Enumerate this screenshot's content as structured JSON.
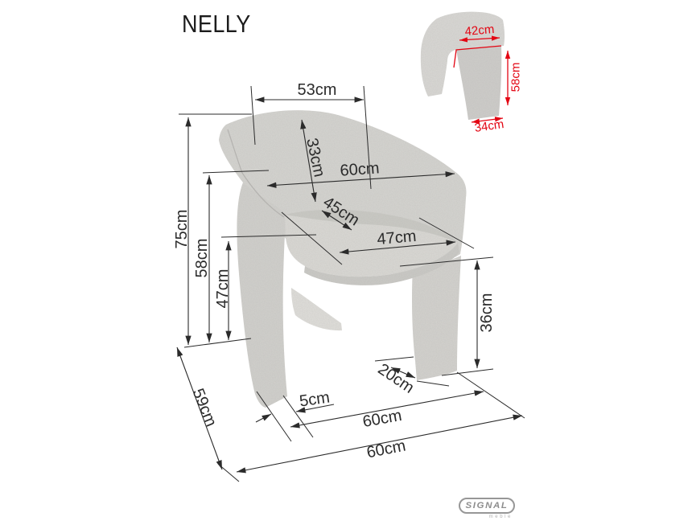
{
  "title": "NELLY",
  "brand": {
    "logo": "SIGNAL",
    "tagline": "meble"
  },
  "colors": {
    "dimension_line": "#2b2b2b",
    "accent_red": "#e30613",
    "chair_base": "#d6d5d1",
    "logo_gray": "#8d8d8d"
  },
  "main_view": {
    "view": "front-three-quarter",
    "dimensions": {
      "back_top_width": "53cm",
      "backrest_height": "33cm",
      "back_width": "60cm",
      "seat_depth": "45cm",
      "seat_width": "47cm",
      "total_height": "75cm",
      "arm_height": "58cm",
      "seat_height": "47cm",
      "leg_height": "36cm",
      "leg_foot_depth": "20cm",
      "leg_foot_width": "5cm",
      "front_width": "60cm",
      "side_depth": "59cm",
      "overall_width": "60cm"
    }
  },
  "inset_view": {
    "view": "back",
    "dimensions": {
      "inner_back_width": "42cm",
      "back_panel_height": "58cm",
      "foot_depth": "34cm"
    }
  }
}
